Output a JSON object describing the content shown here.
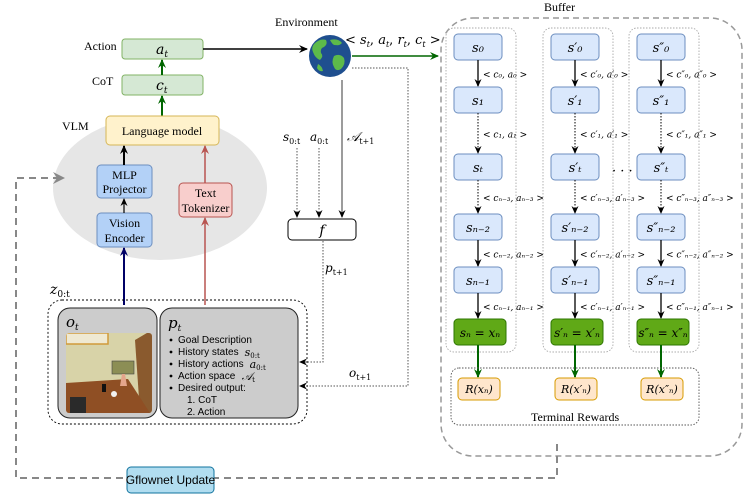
{
  "left": {
    "labels": {
      "action": "Action",
      "cot": "CoT",
      "vlm": "VLM",
      "z": "z",
      "z_sub": "0:t"
    },
    "action_box": {
      "base": "a",
      "sub": "t"
    },
    "cot_box": {
      "base": "c",
      "sub": "t"
    },
    "language_model": "Language model",
    "mlp_projector": [
      "MLP",
      "Projector"
    ],
    "vision_encoder": [
      "Vision",
      "Encoder"
    ],
    "text_tokenizer": [
      "Text",
      "Tokenizer"
    ],
    "observation": {
      "base": "o",
      "sub": "t"
    },
    "prompt": {
      "base": "p",
      "sub": "t",
      "items": [
        {
          "text": "Goal Description",
          "math": ""
        },
        {
          "text": "History states",
          "math": "s",
          "math_sub": "0:t"
        },
        {
          "text": "History actions",
          "math": "a",
          "math_sub": "0:t"
        },
        {
          "text": "Action space",
          "math": "𝒜",
          "math_sub": "t"
        },
        {
          "text": "Desired output:",
          "math": ""
        }
      ],
      "sub_items": [
        "1. CoT",
        "2. Action"
      ]
    }
  },
  "environment": {
    "label": "Environment",
    "icon": "globe-icon",
    "tuple": "< s_t, a_t, r_t, c_t >",
    "tuple_parts": [
      "< ",
      "s",
      "t",
      ", ",
      "a",
      "t",
      ", ",
      "r",
      "t",
      ", ",
      "c",
      "t",
      " >"
    ]
  },
  "middle": {
    "s_label": {
      "base": "s",
      "sub": "0:t"
    },
    "a_label": {
      "base": "a",
      "sub": "0:t"
    },
    "A_label": {
      "base": "𝒜",
      "sub": "t+1"
    },
    "f_label": "f",
    "p_label": {
      "base": "p",
      "sub": "t+1"
    },
    "o_label": {
      "base": "o",
      "sub": "t+1"
    }
  },
  "buffer": {
    "title": "Buffer",
    "columns": [
      {
        "states": [
          "s₀",
          "s₁",
          "sₜ",
          "sₙ₋₂",
          "sₙ₋₁"
        ],
        "terminal": "sₙ = xₙ",
        "transitions": [
          "< c₀, a₀ >",
          "< c₁, a₁ >",
          "< cₙ₋₃, aₙ₋₃ >",
          "< cₙ₋₂, aₙ₋₂ >",
          "< cₙ₋₁, aₙ₋₁ >"
        ],
        "reward": "R(xₙ)"
      },
      {
        "states": [
          "s′₀",
          "s′₁",
          "s′ₜ",
          "s′ₙ₋₂",
          "s′ₙ₋₁"
        ],
        "terminal": "s′ₙ = x′ₙ",
        "transitions": [
          "< c′₀, a′₀ >",
          "< c′₁, a′₁ >",
          "< c′ₙ₋₃, a′ₙ₋₃ >",
          "< c′ₙ₋₂, a′ₙ₋₂ >",
          "< c′ₙ₋₁, a′ₙ₋₁ >"
        ],
        "reward": "R(x′ₙ)"
      },
      {
        "states": [
          "s″₀",
          "s″₁",
          "s″ₜ",
          "s″ₙ₋₂",
          "s″ₙ₋₁"
        ],
        "terminal": "s″ₙ = x″ₙ",
        "transitions": [
          "< c″₀, a″₀ >",
          "< c″₁, a″₁ >",
          "< c″ₙ₋₃, a″ₙ₋₃ >",
          "< c″ₙ₋₂, a″ₙ₋₂ >",
          "< c″ₙ₋₁, a″ₙ₋₁ >"
        ],
        "reward": "R(x″ₙ)"
      }
    ],
    "ellipsis": "· · ·",
    "terminal_rewards_label": "Terminal Rewards"
  },
  "gflownet_update": "Gflownet Update",
  "colors": {
    "green_box_fill": "#d5e8d4",
    "green_box_stroke": "#82b366",
    "yellow_fill": "#fff2cc",
    "yellow_stroke": "#d6b656",
    "blue_fill": "#dae8fc",
    "blue_stroke": "#6c8ebf",
    "blue_strong_fill": "#b3d1f7",
    "red_fill": "#f8cecc",
    "red_stroke": "#b85450",
    "terminal_fill": "#60a917",
    "terminal_stroke": "#2d7600",
    "reward_fill": "#ffe6cc",
    "reward_stroke": "#d79b00",
    "gflownet_fill": "#b1ddf0",
    "gflownet_stroke": "#10739e",
    "ellipse_fill": "#e6e6e6",
    "dark_green_arrow": "#006600",
    "navy_arrow": "#000066",
    "red_arrow": "#b85450"
  }
}
